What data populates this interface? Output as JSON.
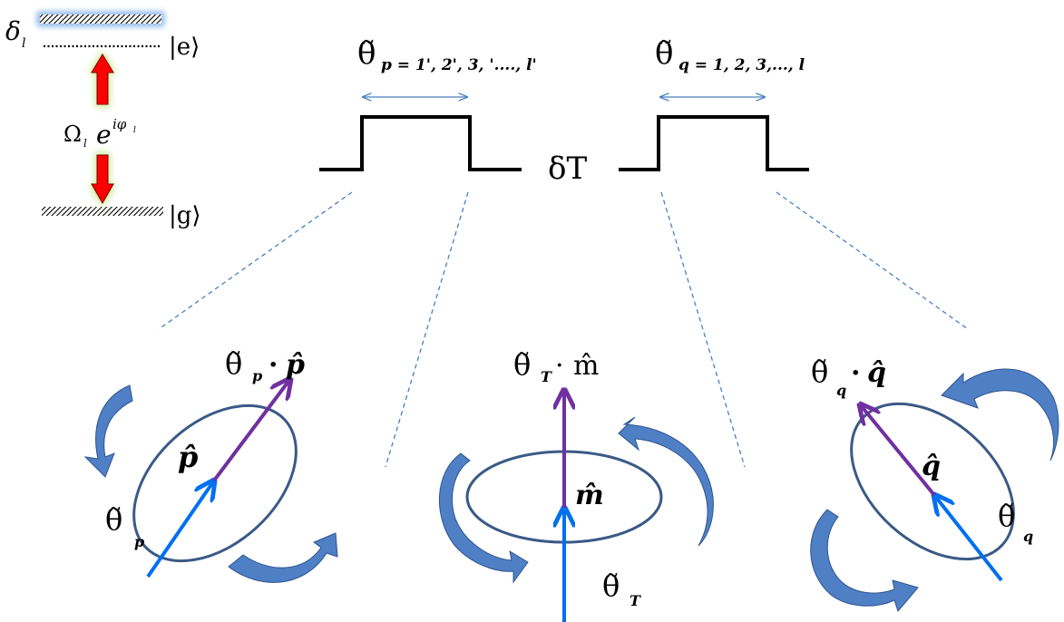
{
  "energy_levels": {
    "detuning": "δ",
    "detuning_sub": "l",
    "excited_ket": "|e⟩",
    "ground_ket": "|g⟩",
    "rabi_base": "Ω",
    "rabi_sub": "l",
    "rabi_exp": "e",
    "rabi_phase": "iφ",
    "rabi_phase_sub": "l"
  },
  "pulses": {
    "left_label": "θ̃",
    "left_sub": "p = 1', 2', 3, '...., l'",
    "right_label": "θ̃",
    "right_sub": "q = 1, 2, 3,..., l",
    "gap_label": "δT"
  },
  "rotations": {
    "left": {
      "axis_label": "θ̃",
      "axis_sub": "p",
      "dot": "·",
      "axis_vec": "p̂",
      "center_label": "p̂",
      "angle_label": "θ̃",
      "angle_sub": "p"
    },
    "middle": {
      "axis_label": "θ̃",
      "axis_sub": "T",
      "dot": "·",
      "axis_vec": "m̂",
      "center_label": "m̂",
      "angle_label": "θ̃",
      "angle_sub": "T"
    },
    "right": {
      "axis_label": "θ̃",
      "axis_sub": "q",
      "dot": "·",
      "axis_vec": "q̂",
      "center_label": "q̂",
      "angle_label": "θ̃",
      "angle_sub": "q"
    }
  },
  "colors": {
    "laser_arrow": "#ff0000",
    "laser_glow": "#c8e68a",
    "excited_glow": "#9cc3ee",
    "pulse_line": "#000000",
    "width_arrow": "#4a7fc0",
    "dashed_line": "#4a7fc0",
    "ellipse": "#3a5a85",
    "curved_arrow": "#4f7fc4",
    "axis_arrow": "#7030a0",
    "angle_arrow": "#0070f0"
  }
}
